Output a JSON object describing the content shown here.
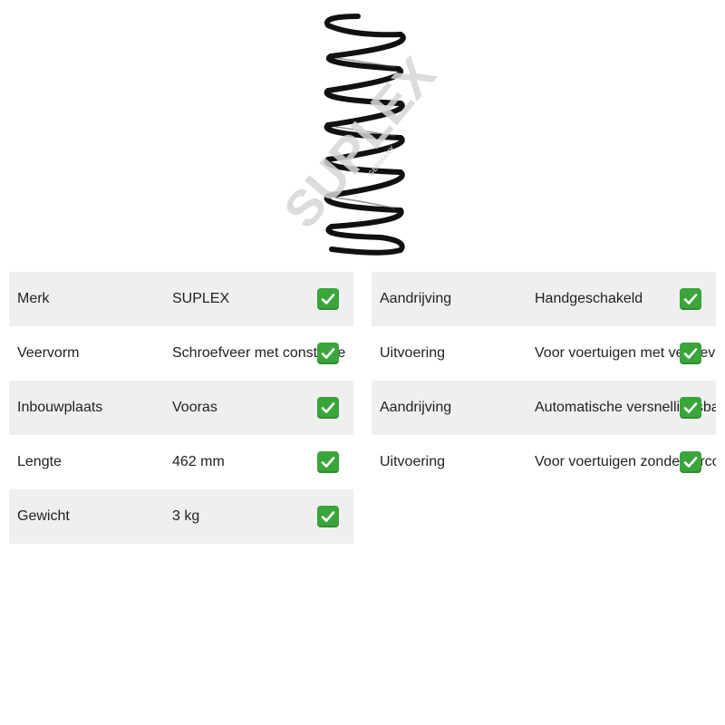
{
  "product": {
    "image_alt": "Schroefveer",
    "watermark_text": "SUPLEX",
    "watermark_subtext": "GERMANY",
    "image_icon": "coil-spring-image"
  },
  "specs_left": [
    {
      "label": "Merk",
      "value": "SUPLEX",
      "icon": "check-icon"
    },
    {
      "label": "Veervorm",
      "value": "Schroefveer met constante",
      "icon": "check-icon"
    },
    {
      "label": "Inbouwplaats",
      "value": "Vooras",
      "icon": "check-icon"
    },
    {
      "label": "Lengte",
      "value": "462 mm",
      "icon": "check-icon"
    },
    {
      "label": "Gewicht",
      "value": "3 kg",
      "icon": "check-icon"
    }
  ],
  "specs_right": [
    {
      "label": "Aandrijving",
      "value": "Handgeschakeld",
      "icon": "check-icon"
    },
    {
      "label": "Uitvoering",
      "value": "Voor voertuigen met verstevigd onderstel",
      "icon": "check-icon"
    },
    {
      "label": "Aandrijving",
      "value": "Automatische versnellingsbak",
      "icon": "check-icon"
    },
    {
      "label": "Uitvoering",
      "value": "Voor voertuigen zonder airco",
      "icon": "check-icon"
    }
  ],
  "colors": {
    "row_shade": "#efefef",
    "check_bg": "#3aa53a",
    "watermark": "#d6d6d6"
  }
}
